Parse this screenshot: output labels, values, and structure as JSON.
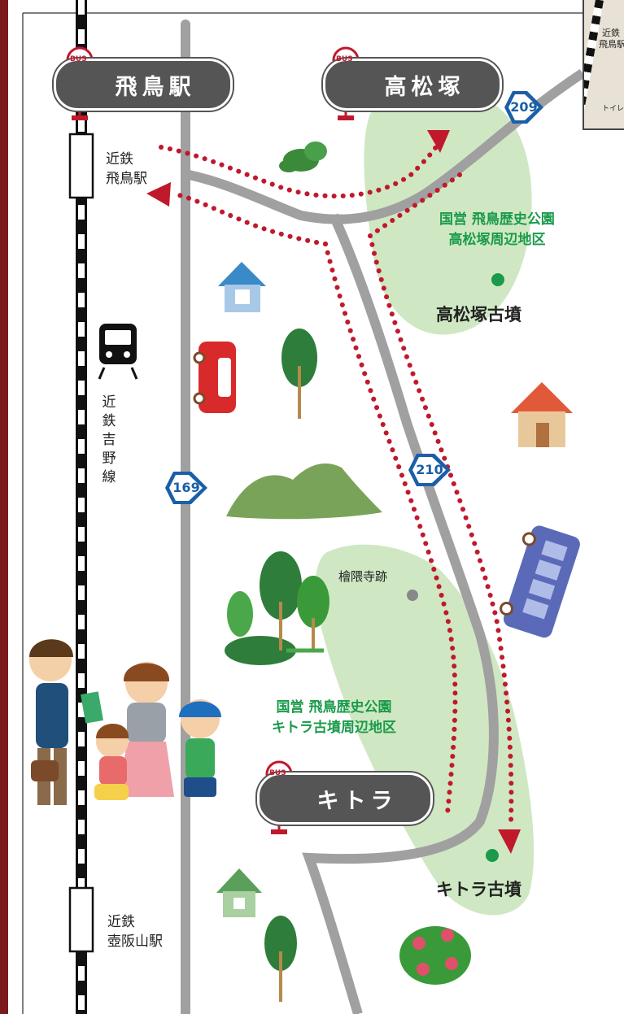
{
  "bus_stops": {
    "asuka": "飛鳥駅",
    "takamatsuzuka": "高松塚",
    "kitora": "キトラ"
  },
  "bus_sign_text": "BUS",
  "stations": {
    "asuka_line1": "近鉄",
    "asuka_line2": "飛鳥駅",
    "tsubosaka_line1": "近鉄",
    "tsubosaka_line2": "壺阪山駅"
  },
  "rail_line": "近鉄吉野線",
  "routes": {
    "r209": "209",
    "r169": "169",
    "r210": "210"
  },
  "areas": {
    "takamatsuzuka_line1": "国営 飛鳥歴史公園",
    "takamatsuzuka_line2": "高松塚周辺地区",
    "kitora_line1": "国営 飛鳥歴史公園",
    "kitora_line2": "キトラ古墳周辺地区"
  },
  "sites": {
    "takamatsuzuka_kofun": "高松塚古墳",
    "kitora_kofun": "キトラ古墳",
    "hinokuma": "檜隈寺跡"
  },
  "inset": {
    "label1": "近鉄",
    "label2": "飛鳥駅",
    "label3": "トイレ"
  },
  "colors": {
    "route_dots": "#c0192c",
    "park_green": "#cfe8c3",
    "road": "#9a9a9a",
    "bus_stop": "#555555",
    "border": "#7a1a1a"
  }
}
